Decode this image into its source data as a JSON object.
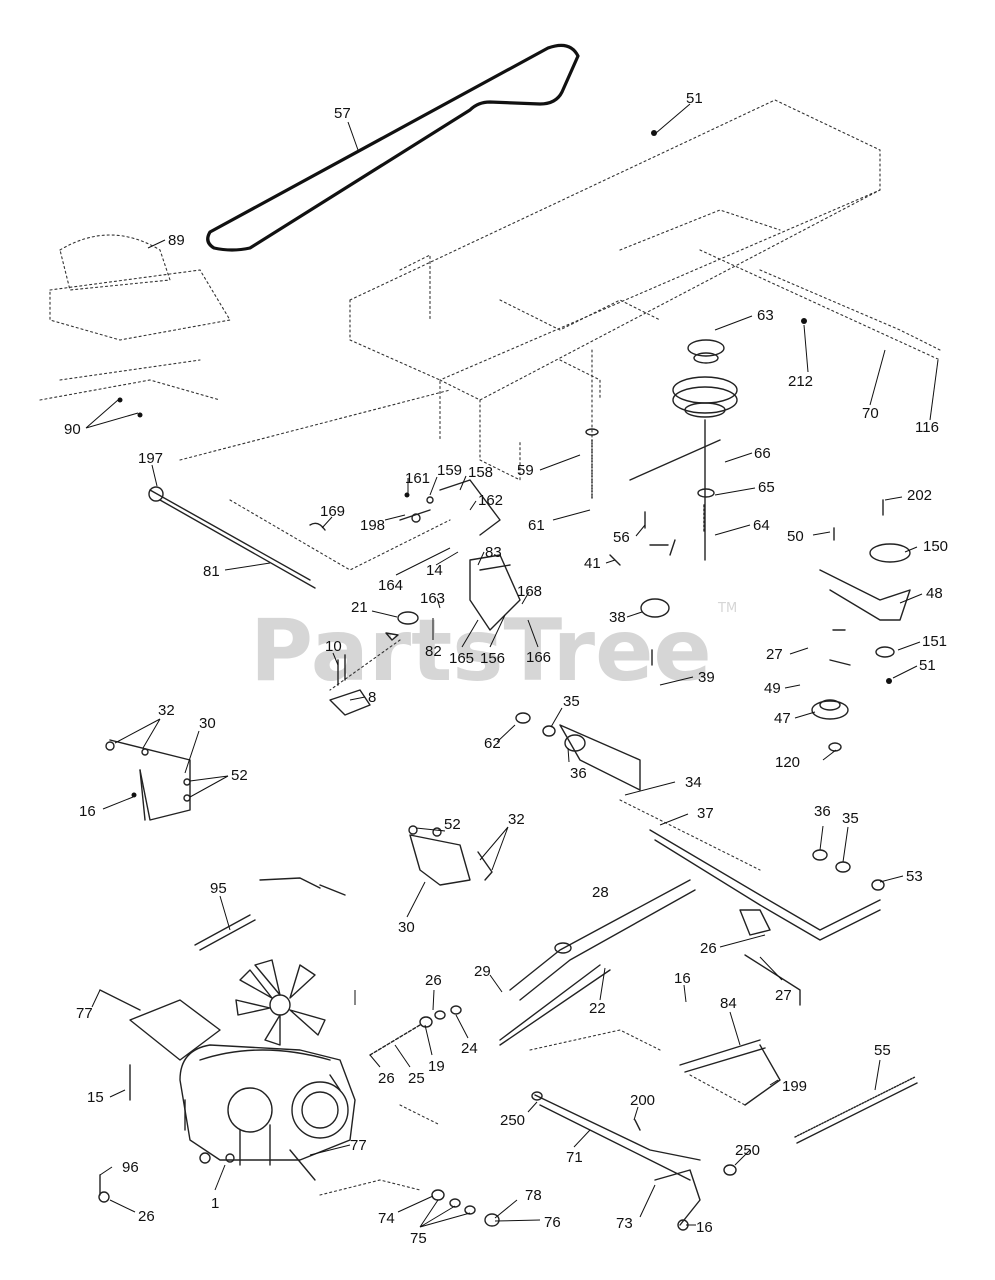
{
  "watermark": {
    "text": "PartsTree",
    "trademark": "TM"
  },
  "callouts": [
    "57",
    "51",
    "89",
    "63",
    "212",
    "70",
    "116",
    "90",
    "197",
    "59",
    "66",
    "65",
    "64",
    "202",
    "161",
    "159",
    "158",
    "162",
    "169",
    "198",
    "61",
    "56",
    "50",
    "150",
    "41",
    "164",
    "14",
    "83",
    "81",
    "163",
    "168",
    "48",
    "21",
    "38",
    "82",
    "165",
    "156",
    "166",
    "151",
    "51",
    "27",
    "10",
    "39",
    "49",
    "8",
    "47",
    "32",
    "30",
    "35",
    "62",
    "52",
    "36",
    "120",
    "16",
    "34",
    "52",
    "32",
    "37",
    "36",
    "35",
    "53",
    "95",
    "28",
    "30",
    "26",
    "29",
    "27",
    "16",
    "22",
    "77",
    "26",
    "24",
    "19",
    "84",
    "25",
    "26",
    "55",
    "15",
    "199",
    "200",
    "250",
    "250",
    "77",
    "71",
    "96",
    "26",
    "1",
    "78",
    "74",
    "76",
    "75",
    "73",
    "16"
  ]
}
